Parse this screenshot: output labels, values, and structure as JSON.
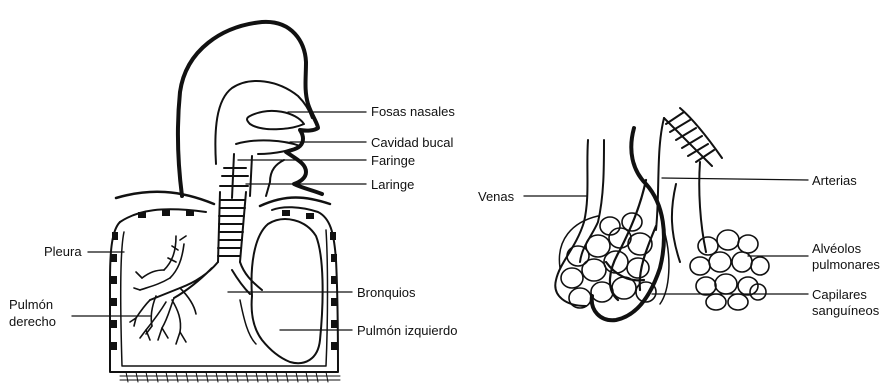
{
  "colors": {
    "ink": "#111111",
    "background": "#ffffff"
  },
  "respiratory_system": {
    "labels": {
      "fosas_nasales": "Fosas nasales",
      "cavidad_bucal": "Cavidad bucal",
      "faringe": "Faringe",
      "laringe": "Laringe",
      "pleura": "Pleura",
      "bronquios": "Bronquios",
      "pulmon_derecho_1": "Pulmón",
      "pulmon_derecho_2": "derecho",
      "pulmon_izquierdo": "Pulmón izquierdo"
    }
  },
  "alveoli_detail": {
    "labels": {
      "venas": "Venas",
      "arterias": "Arterias",
      "alveolos_1": "Alvéolos",
      "alveolos_2": "pulmonares",
      "capilares_1": "Capilares",
      "capilares_2": "sanguíneos"
    }
  }
}
